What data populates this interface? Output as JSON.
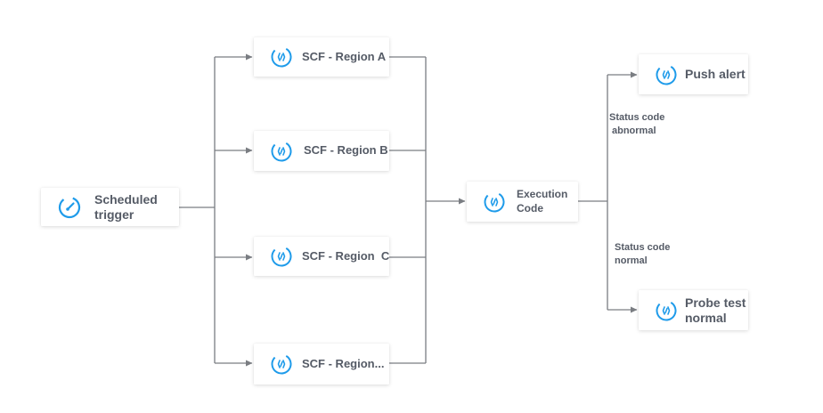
{
  "colors": {
    "icon_accent": "#1e9bea",
    "node_text": "#555b66",
    "connector": "#7a7d82"
  },
  "nodes": {
    "trigger": {
      "label_line1": "Scheduled",
      "label_line2": "trigger",
      "icon": "timer-icon"
    },
    "region_a": {
      "label": "SCF - Region A",
      "icon": "scf-function-icon"
    },
    "region_b": {
      "label": "SCF - Region B",
      "icon": "scf-function-icon"
    },
    "region_c": {
      "label": "SCF - Region  C",
      "icon": "scf-function-icon"
    },
    "region_more": {
      "label": "SCF - Region...",
      "icon": "scf-function-icon"
    },
    "execution": {
      "label_line1": "Execution",
      "label_line2": "Code",
      "icon": "scf-function-icon"
    },
    "push_alert": {
      "label": "Push alert",
      "icon": "scf-function-icon"
    },
    "probe_ok": {
      "label_line1": "Probe test",
      "label_line2": "normal",
      "icon": "scf-function-icon"
    }
  },
  "edge_labels": {
    "abnormal_line1": "Status code",
    "abnormal_line2": "abnormal",
    "normal_line1": "Status code",
    "normal_line2": "normal"
  }
}
